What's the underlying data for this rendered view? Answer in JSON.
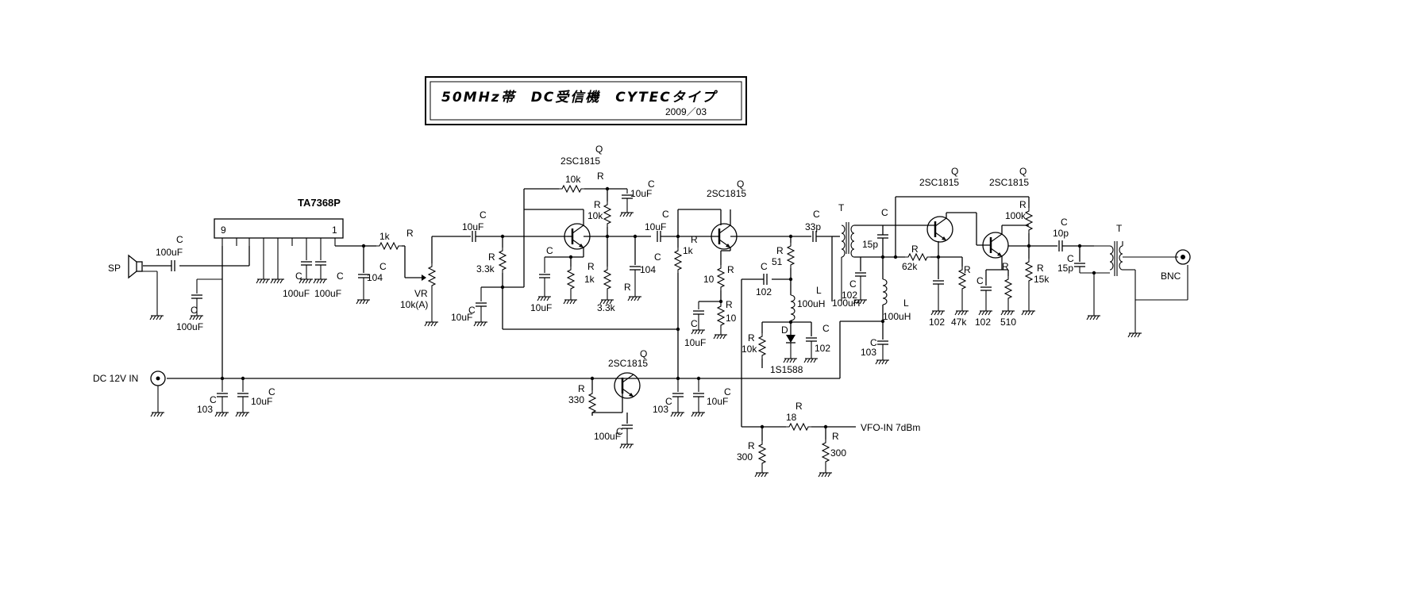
{
  "title": {
    "main": "50MHz帯　DC受信機　CYTECタイプ",
    "date": "2009／03"
  },
  "ic": {
    "name": "TA7368P",
    "pin_left": "9",
    "pin_right": "1"
  },
  "labels": {
    "sp": "SP",
    "dc_in": "DC 12V IN",
    "vfo_in": "VFO-IN 7dBm",
    "bnc": "BNC"
  },
  "vr": {
    "ref": "VR",
    "value": "10k(A)"
  },
  "transistors": [
    {
      "ref": "Q",
      "part": "2SC1815"
    },
    {
      "ref": "Q",
      "part": "2SC1815"
    },
    {
      "ref": "Q",
      "part": "2SC1815"
    },
    {
      "ref": "Q",
      "part": "2SC1815"
    },
    {
      "ref": "Q",
      "part": "2SC1815"
    }
  ],
  "diode": {
    "ref": "D",
    "part": "1S1588"
  },
  "transformers": [
    {
      "ref": "T"
    },
    {
      "ref": "T"
    }
  ],
  "inductors": [
    {
      "ref": "L",
      "value": "100uH"
    },
    {
      "ref": "L",
      "value": "100uH"
    }
  ],
  "resistors": [
    {
      "ref": "R",
      "value": "1k"
    },
    {
      "ref": "R",
      "value": "3.3k"
    },
    {
      "ref": "R",
      "value": "10k"
    },
    {
      "ref": "R",
      "value": "10k"
    },
    {
      "ref": "R",
      "value": "1k"
    },
    {
      "ref": "R",
      "value": "3.3k"
    },
    {
      "ref": "R",
      "value": "1k"
    },
    {
      "ref": "R",
      "value": "51"
    },
    {
      "ref": "R",
      "value": "10"
    },
    {
      "ref": "R",
      "value": "10"
    },
    {
      "ref": "R",
      "value": "10k"
    },
    {
      "ref": "R",
      "value": "330"
    },
    {
      "ref": "R",
      "value": "18"
    },
    {
      "ref": "R",
      "value": "300"
    },
    {
      "ref": "R",
      "value": "300"
    },
    {
      "ref": "R",
      "value": "62k"
    },
    {
      "ref": "R",
      "value": "47k"
    },
    {
      "ref": "R",
      "value": "510"
    },
    {
      "ref": "R",
      "value": "100k"
    },
    {
      "ref": "R",
      "value": "15k"
    }
  ],
  "capacitors": [
    {
      "ref": "C",
      "value": "100uF"
    },
    {
      "ref": "C",
      "value": "100uF"
    },
    {
      "ref": "C",
      "value": "100uF"
    },
    {
      "ref": "C",
      "value": "100uF"
    },
    {
      "ref": "C",
      "value": "104"
    },
    {
      "ref": "C",
      "value": "10uF"
    },
    {
      "ref": "C",
      "value": "10uF"
    },
    {
      "ref": "C",
      "value": "10uF"
    },
    {
      "ref": "C",
      "value": "10uF"
    },
    {
      "ref": "C",
      "value": "10uF"
    },
    {
      "ref": "C",
      "value": "104"
    },
    {
      "ref": "C",
      "value": "10uF"
    },
    {
      "ref": "C",
      "value": "33p"
    },
    {
      "ref": "C",
      "value": "102"
    },
    {
      "ref": "C",
      "value": "102"
    },
    {
      "ref": "C",
      "value": "102"
    },
    {
      "ref": "C",
      "value": "15p"
    },
    {
      "ref": "C",
      "value": "103"
    },
    {
      "ref": "C",
      "value": "102"
    },
    {
      "ref": "C",
      "value": "102"
    },
    {
      "ref": "C",
      "value": "10p"
    },
    {
      "ref": "C",
      "value": "15p"
    },
    {
      "ref": "C",
      "value": "103"
    },
    {
      "ref": "C",
      "value": "10uF"
    },
    {
      "ref": "C",
      "value": "100uF"
    },
    {
      "ref": "C",
      "value": "103"
    },
    {
      "ref": "C",
      "value": "10uF"
    }
  ]
}
